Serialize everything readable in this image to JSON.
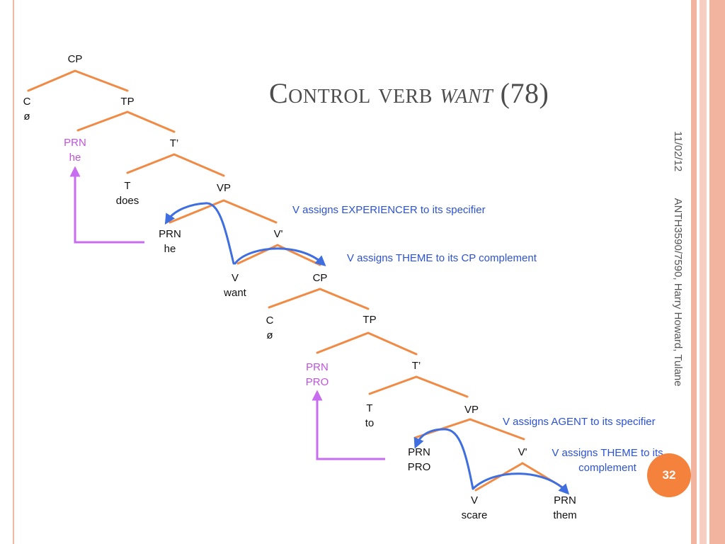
{
  "slide": {
    "title_main": "Control verb ",
    "title_italic": "want",
    "title_tail": " (78)",
    "date": "11/02/12",
    "footer": "ANTH3590/7590, Harry Howard, Tulane",
    "page_number": "32"
  },
  "colors": {
    "branch": "#f08a44",
    "arrow": "#3f6ee0",
    "bracket": "#c86cf0",
    "pink_text": "#c054e0",
    "note_text": "#2c52d6",
    "badge": "#f4823c",
    "stripes": [
      "#f2b49f",
      "#f7cfc2",
      "#f2b49f"
    ]
  },
  "tree": {
    "cp1": "CP",
    "c1": "C",
    "c1_val": "ø",
    "tp1": "TP",
    "prn1": "PRN",
    "prn1_val": "he",
    "tbar1": "T’",
    "t1": "T",
    "t1_val": "does",
    "vp1": "VP",
    "prn2": "PRN",
    "prn2_val": "he",
    "vbar1": "V'",
    "v1": "V",
    "v1_val": "want",
    "cp2": "CP",
    "c2": "C",
    "c2_val": "ø",
    "tp2": "TP",
    "prn3": "PRN",
    "prn3_val": "PRO",
    "tbar2": "T’",
    "t2": "T",
    "t2_val": "to",
    "vp2": "VP",
    "prn4": "PRN",
    "prn4_val": "PRO",
    "vbar2": "V'",
    "v2": "V",
    "v2_val": "scare",
    "prn5": "PRN",
    "prn5_val": "them"
  },
  "notes": {
    "n1": "V assigns EXPERIENCER to its specifier",
    "n2": "V assigns THEME to its CP complement",
    "n3": "V assigns AGENT to its specifier",
    "n4_line1": "V  assigns THEME to its",
    "n4_line2": "complement"
  }
}
